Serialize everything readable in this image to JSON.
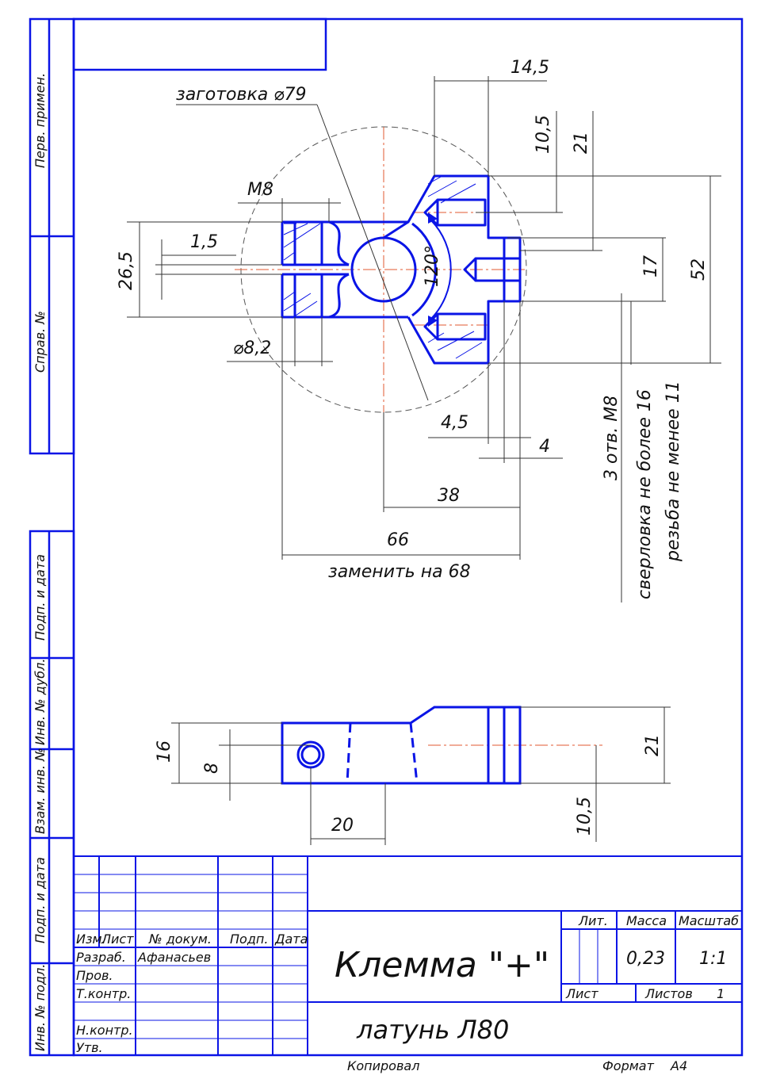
{
  "colors": {
    "outline": "#0a14e6",
    "dimension": "#222222",
    "centerline": "#e05a30",
    "sheet": "#ffffff"
  },
  "side_columns": {
    "top": [
      "Перв. примен.",
      "Справ. №"
    ],
    "bottom": [
      "Подп. и дата",
      "Инв. № дубл.",
      "Взам. инв. №",
      "Подп. и дата",
      "Инв. № подл."
    ]
  },
  "dimensions": {
    "blank": "заготовка ⌀79",
    "d14_5": "14,5",
    "d10_5_top": "10,5",
    "d21_top": "21",
    "d52": "52",
    "d17": "17",
    "m8": "M8",
    "d1_5": "1,5",
    "d26_5": "26,5",
    "angle": "120°",
    "d8_2": "⌀8,2",
    "d4_5": "4,5",
    "d4": "4",
    "d38": "38",
    "d66": "66",
    "replace": "заменить на 68",
    "d16": "16",
    "d8": "8",
    "d20": "20",
    "d21_bottom": "21",
    "d10_5_bottom": "10,5"
  },
  "notes": [
    "3 отв. M8",
    "сверловка не более 16",
    "резьба не менее 11"
  ],
  "title_block": {
    "headers": {
      "izm": "Изм.",
      "list": "Лист",
      "doc": "№ докум.",
      "sign": "Подп.",
      "date": "Дата"
    },
    "roles": {
      "developed": "Разраб.",
      "checked": "Пров.",
      "tech_control": "Т.контр.",
      "norm_control": "Н.контр.",
      "approved": "Утв."
    },
    "developer_name": "Афанасьев",
    "title": "Клемма \"+\"",
    "material": "латунь Л80",
    "lit_label": "Лит.",
    "mass_label": "Масса",
    "scale_label": "Масштаб",
    "mass": "0,23",
    "scale": "1:1",
    "sheet_label": "Лист",
    "sheets_label": "Листов",
    "sheets_count": "1"
  },
  "footer": {
    "copied": "Копировал",
    "format_label": "Формат",
    "format": "А4"
  }
}
